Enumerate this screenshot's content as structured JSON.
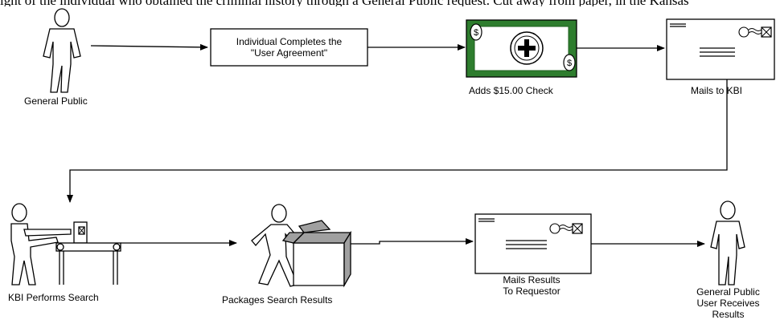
{
  "header_partial_text": "ight of the individual who obtained the criminal history through a General Public request. Cut away from paper, in the Kansas",
  "nodes": {
    "general_public": "General Public",
    "user_agreement_line1": "Individual Completes the",
    "user_agreement_line2": "\"User Agreement\"",
    "adds_check": "Adds $15.00 Check",
    "mails_to_kbi": "Mails to KBI",
    "kbi_performs_search": "KBI Performs Search",
    "packages_results": "Packages Search Results",
    "mails_results_line1": "Mails Results",
    "mails_results_line2": "To Requestor",
    "user_receives_line1": "General Public",
    "user_receives_line2": "User Receives",
    "user_receives_line3": "Results"
  },
  "check_symbol_left": "$",
  "check_symbol_right": "$",
  "colors": {
    "check_fill": "#2e7d2e",
    "check_inner": "#ffffff",
    "stroke": "#000000",
    "box_gray": "#a0a0a0"
  }
}
